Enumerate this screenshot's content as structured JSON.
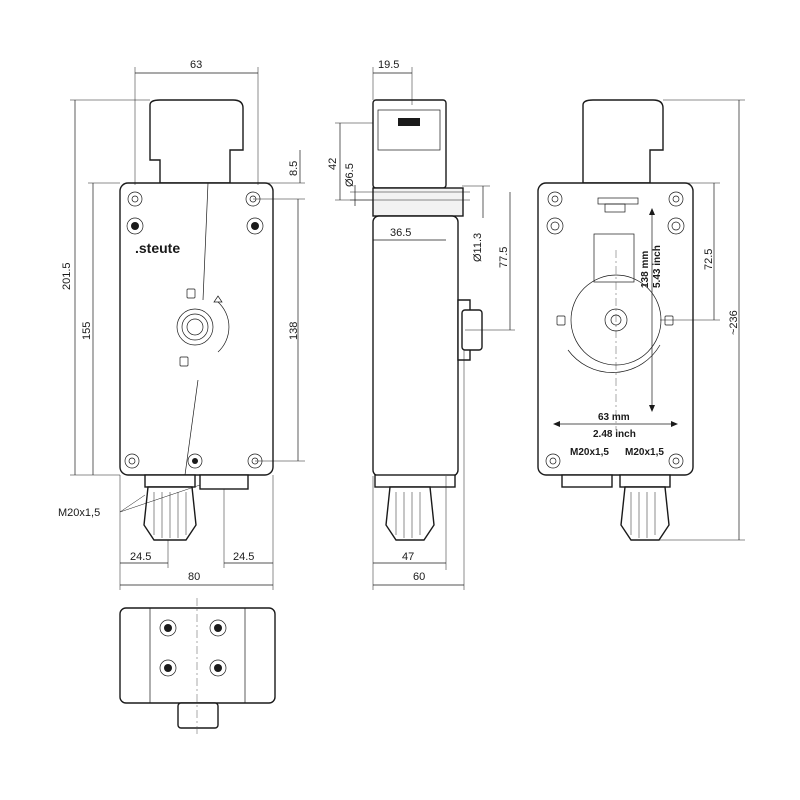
{
  "brand": {
    "logo_text": ".steute"
  },
  "front_view": {
    "dims": {
      "top_width": "63",
      "actuator_offset": "8.5",
      "total_height": "201.5",
      "body_height": "155",
      "hole_spacing_vertical": "138",
      "gland_left": "24.5",
      "gland_right": "24.5",
      "width": "80",
      "thread_label": "M20x1,5"
    }
  },
  "side_view": {
    "dims": {
      "actuator_width": "19.5",
      "actuator_height": "42",
      "hole_diameter": "Ø6.5",
      "depth_mid": "36.5",
      "shaft_diameter": "Ø11.3",
      "shaft_height": "77.5",
      "base_depth": "47",
      "total_depth": "60"
    }
  },
  "rear_view": {
    "dims": {
      "vertical_mm": "138 mm",
      "vertical_inch": "5.43 inch",
      "horizontal_mm": "63 mm",
      "horizontal_inch": "2.48 inch",
      "center_height": "72.5",
      "total_height": "~236",
      "thread_left": "M20x1,5",
      "thread_right": "M20x1,5"
    }
  }
}
